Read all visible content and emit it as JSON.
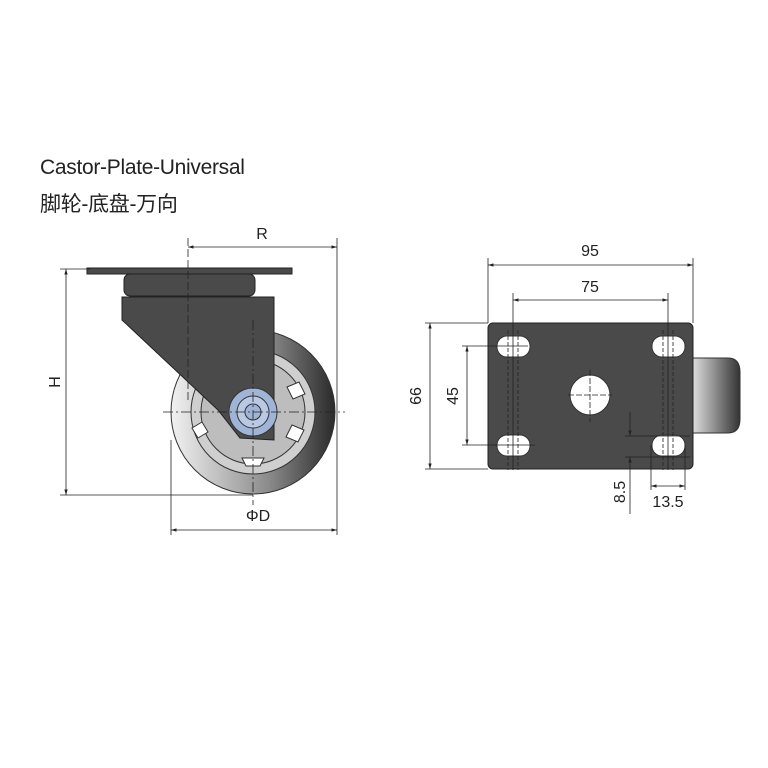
{
  "title_en": "Castor-Plate-Universal",
  "title_cn": "脚轮-底盘-万向",
  "side_view": {
    "radius_label": "R",
    "height_label": "H",
    "diameter_label": "ΦD"
  },
  "top_view": {
    "plate_width": "95",
    "hole_spacing_x": "75",
    "plate_height": "66",
    "hole_spacing_y": "45",
    "slot_width": "8.5",
    "slot_length": "13.5"
  },
  "colors": {
    "body": "#4a4a4a",
    "hub": "#9fb4d6",
    "line": "#222222"
  }
}
